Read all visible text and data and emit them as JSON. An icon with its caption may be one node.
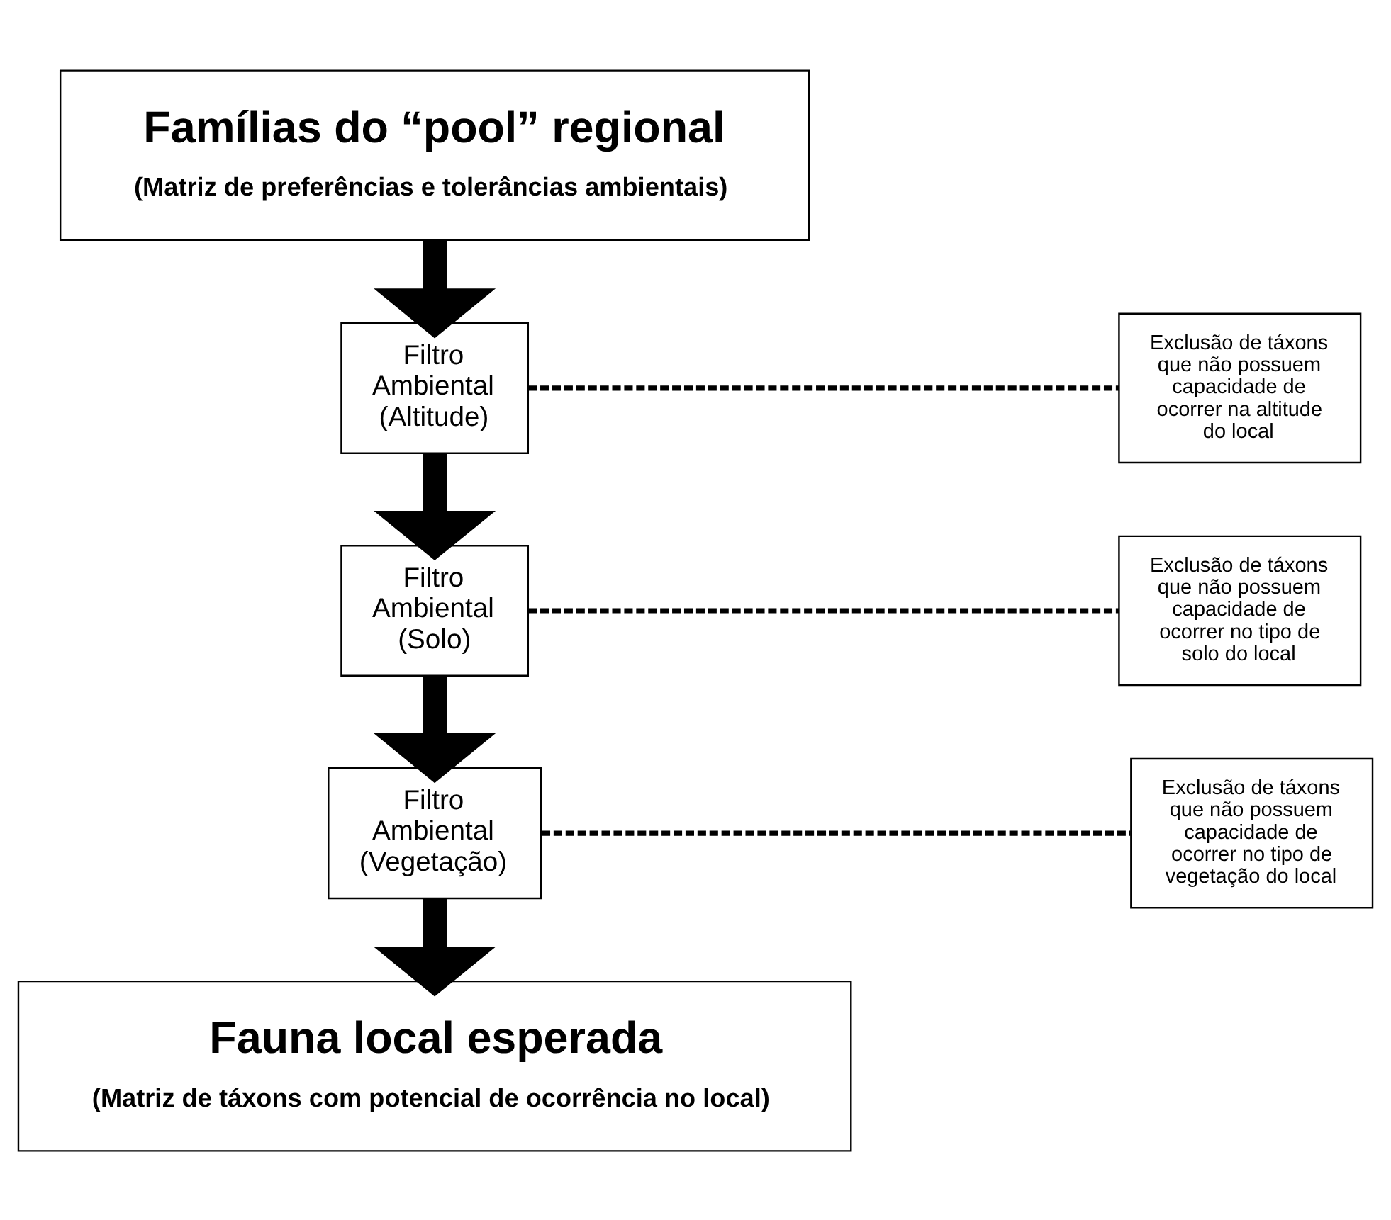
{
  "diagram": {
    "nodes": [
      {
        "text": [
          "Famílias do “pool” regional",
          "(Matriz de preferências e tolerâncias ambientais)"
        ]
      },
      {
        "text": [
          "Filtro Ambiental (Altitude)"
        ]
      },
      {
        "text": [
          "Exclusão de táxons que não possuem capacidade de ocorrer na altitude do local"
        ]
      },
      {
        "text": [
          "Filtro Ambiental (Solo)"
        ]
      },
      {
        "text": [
          "Exclusão de táxons que não possuem capacidade de ocorrer no tipo de solo do local"
        ]
      },
      {
        "text": [
          "Filtro Ambiental (Vegetação)"
        ]
      },
      {
        "text": [
          "Exclusão de táxons que não possuem capacidade de ocorrer no tipo de vegetação do local"
        ]
      },
      {
        "text": [
          "Fauna local esperada",
          "(Matriz de táxons com potencial de ocorrência no local)"
        ]
      }
    ],
    "edges": [
      {
        "from": 0,
        "to": 1,
        "arrow": "to"
      },
      {
        "from": 1,
        "to": 2,
        "arrow": "none",
        "style": "dashed"
      },
      {
        "from": 1,
        "to": 3,
        "arrow": "to"
      },
      {
        "from": 3,
        "to": 4,
        "arrow": "none",
        "style": "dashed"
      },
      {
        "from": 3,
        "to": 5,
        "arrow": "to"
      },
      {
        "from": 5,
        "to": 6,
        "arrow": "none",
        "style": "dashed"
      },
      {
        "from": 5,
        "to": 7,
        "arrow": "to"
      }
    ]
  }
}
